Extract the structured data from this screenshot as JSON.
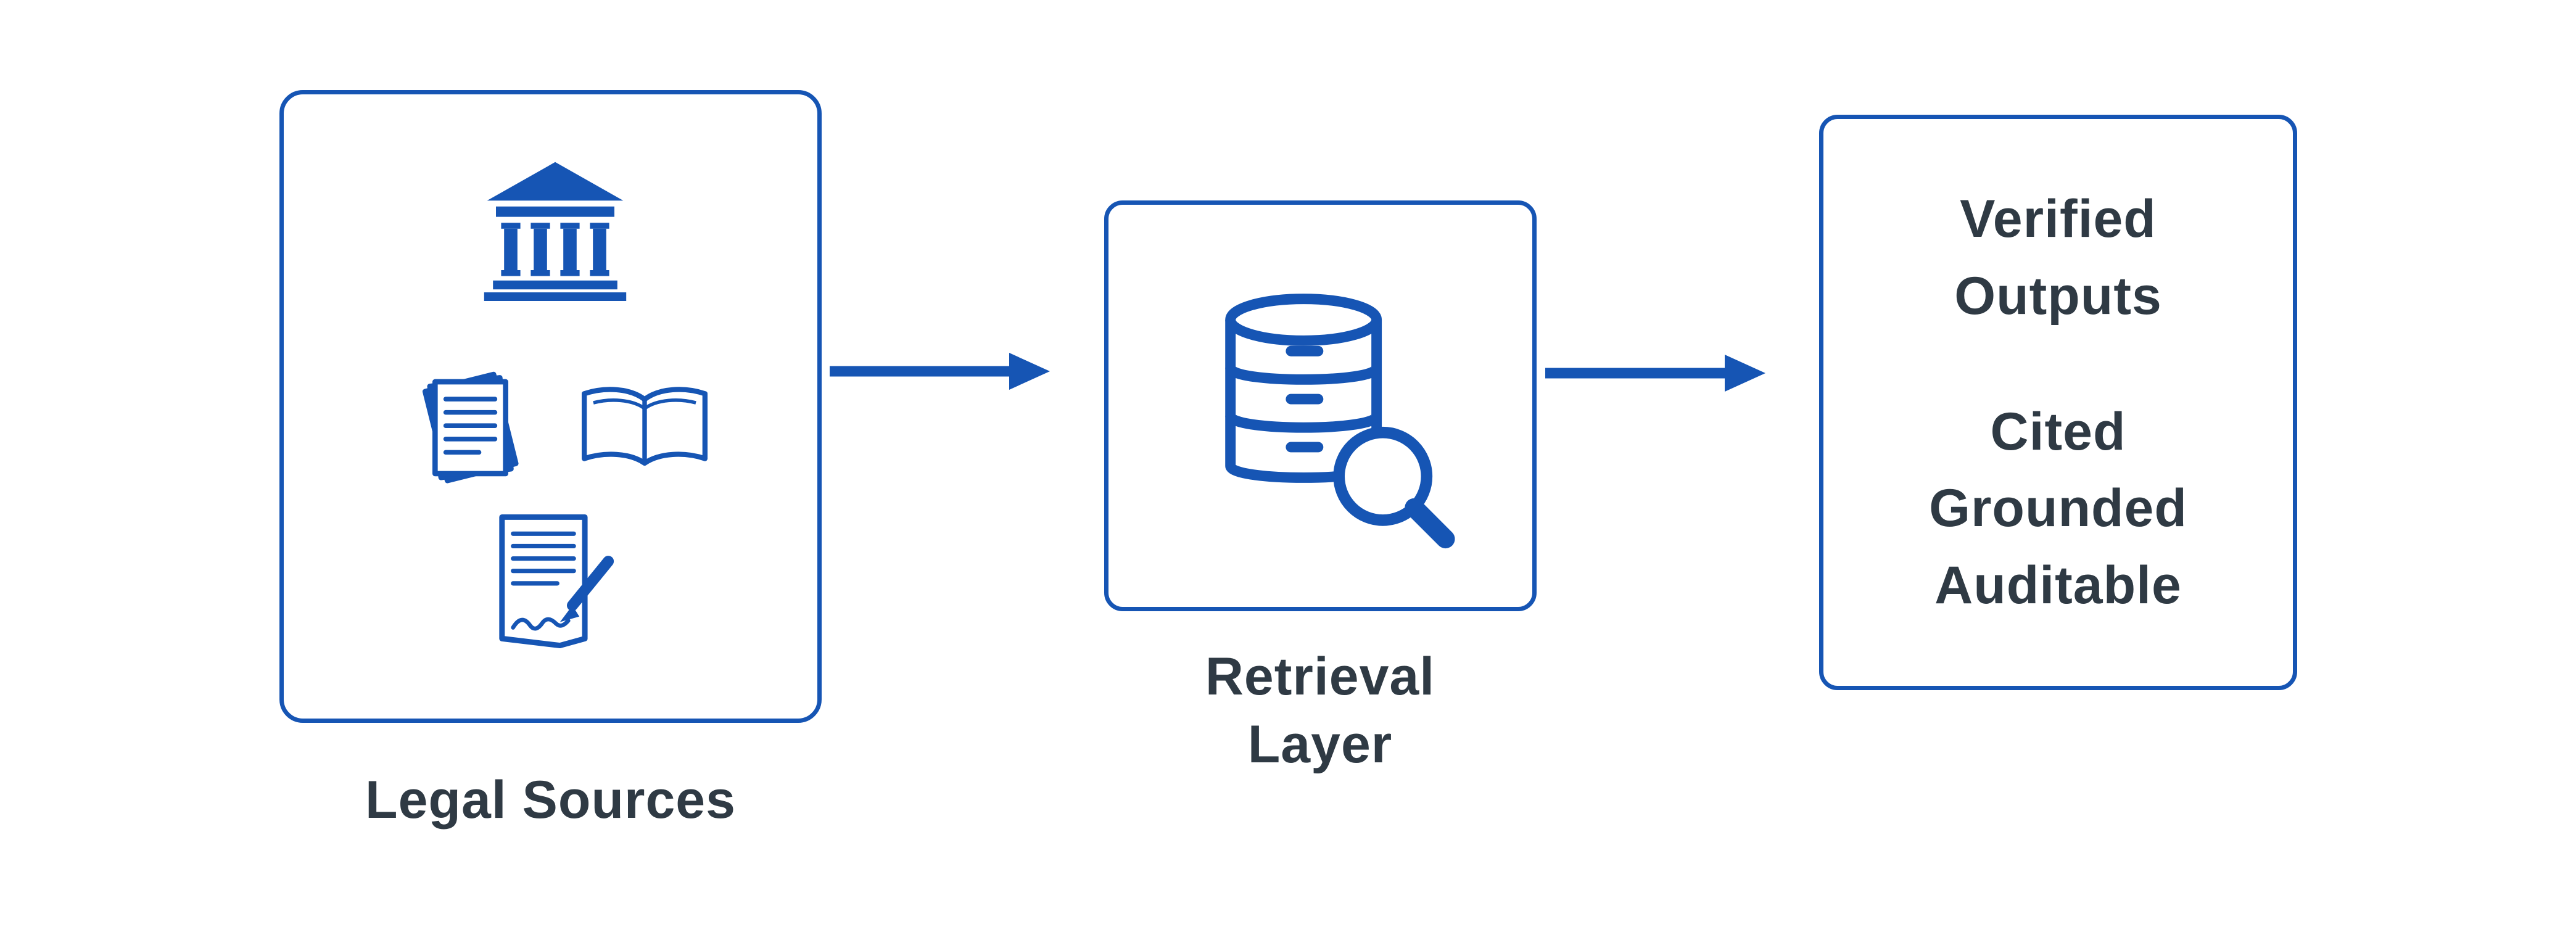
{
  "colors": {
    "accent": "#1655b4",
    "text": "#2f3a44",
    "background": "#ffffff"
  },
  "legal": {
    "label": "Legal Sources",
    "icons": [
      "bank-icon",
      "documents-icon",
      "open-book-icon",
      "contract-pen-icon"
    ]
  },
  "retrieval": {
    "line1": "Retrieval",
    "line2": "Layer",
    "icon": "database-search-icon"
  },
  "output": {
    "line1": "Verified",
    "line2": "Outputs",
    "line3": "Cited",
    "line4": "Grounded",
    "line5": "Auditable"
  },
  "flow": [
    {
      "from": "legal-sources",
      "to": "retrieval-layer"
    },
    {
      "from": "retrieval-layer",
      "to": "verified-outputs"
    }
  ]
}
